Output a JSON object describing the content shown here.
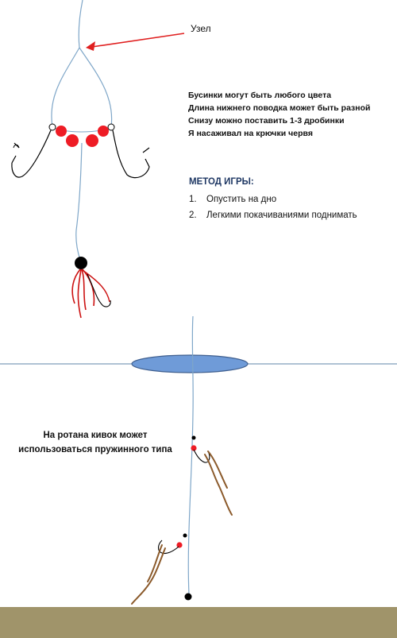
{
  "labels": {
    "knot": "Узел"
  },
  "notes": [
    "Бусинки могут быть любого цвета",
    "Длина нижнего поводка может быть разной",
    "Снизу можно поставить 1-3 дробинки",
    "Я насаживал на крючки червя"
  ],
  "method": {
    "title": "МЕТОД ИГРЫ:",
    "items": [
      {
        "num": "1.",
        "text": "Опустить на дно"
      },
      {
        "num": "2.",
        "text": "Легкими покачиваниями поднимать"
      }
    ]
  },
  "rotan_note": "На ротана кивок может использоваться пружинного типа",
  "colors": {
    "line": "#7ea6c8",
    "arrow": "#e02020",
    "bead": "#ee1c25",
    "sinker": "#000000",
    "ice_hole": "#6f9bd8",
    "ice_hole_stroke": "#3f5f8f",
    "ground": "#a0946a",
    "worm": "#8b5a2b",
    "lure_tail": "#cc1111",
    "method_title": "#1f3864"
  }
}
